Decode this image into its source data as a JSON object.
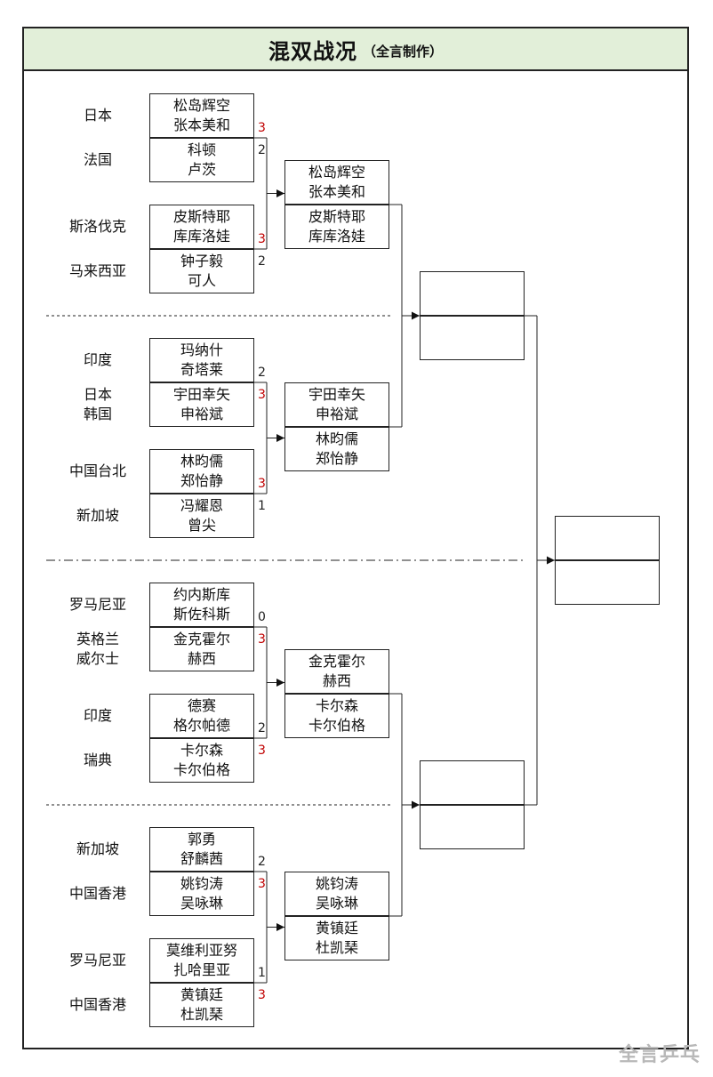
{
  "title": {
    "main": "混双战况",
    "sub": "（全言制作）"
  },
  "watermark": "全言乒乓",
  "round1": [
    {
      "top": {
        "country": "日本",
        "players": [
          "松岛辉空",
          "张本美和"
        ],
        "score": "3",
        "win": true
      },
      "bottom": {
        "country": "法国",
        "players": [
          "科顿",
          "卢茨"
        ],
        "score": "2",
        "win": false
      }
    },
    {
      "top": {
        "country": "斯洛伐克",
        "players": [
          "皮斯特耶",
          "库库洛娃"
        ],
        "score": "3",
        "win": true
      },
      "bottom": {
        "country": "马来西亚",
        "players": [
          "钟子毅",
          "可人"
        ],
        "score": "2",
        "win": false
      }
    },
    {
      "top": {
        "country": "印度",
        "players": [
          "玛纳什",
          "奇塔莱"
        ],
        "score": "2",
        "win": false
      },
      "bottom": {
        "country": "日本\n韩国",
        "players": [
          "宇田幸矢",
          "申裕斌"
        ],
        "score": "3",
        "win": true
      }
    },
    {
      "top": {
        "country": "中国台北",
        "players": [
          "林昀儒",
          "郑怡静"
        ],
        "score": "3",
        "win": true
      },
      "bottom": {
        "country": "新加坡",
        "players": [
          "冯耀恩",
          "曾尖"
        ],
        "score": "1",
        "win": false
      }
    },
    {
      "top": {
        "country": "罗马尼亚",
        "players": [
          "约内斯库",
          "斯佐科斯"
        ],
        "score": "0",
        "win": false
      },
      "bottom": {
        "country": "英格兰\n威尔士",
        "players": [
          "金克霍尔",
          "赫西"
        ],
        "score": "3",
        "win": true
      }
    },
    {
      "top": {
        "country": "印度",
        "players": [
          "德赛",
          "格尔帕德"
        ],
        "score": "2",
        "win": false
      },
      "bottom": {
        "country": "瑞典",
        "players": [
          "卡尔森",
          "卡尔伯格"
        ],
        "score": "3",
        "win": true
      }
    },
    {
      "top": {
        "country": "新加坡",
        "players": [
          "郭勇",
          "舒麟茜"
        ],
        "score": "2",
        "win": false
      },
      "bottom": {
        "country": "中国香港",
        "players": [
          "姚钧涛",
          "吴咏琳"
        ],
        "score": "3",
        "win": true
      }
    },
    {
      "top": {
        "country": "罗马尼亚",
        "players": [
          "莫维利亚努",
          "扎哈里亚"
        ],
        "score": "1",
        "win": false
      },
      "bottom": {
        "country": "中国香港",
        "players": [
          "黄镇廷",
          "杜凯琹"
        ],
        "score": "3",
        "win": true
      }
    }
  ],
  "round2": [
    {
      "top": [
        "松岛辉空",
        "张本美和"
      ],
      "bottom": [
        "皮斯特耶",
        "库库洛娃"
      ]
    },
    {
      "top": [
        "宇田幸矢",
        "申裕斌"
      ],
      "bottom": [
        "林昀儒",
        "郑怡静"
      ]
    },
    {
      "top": [
        "金克霍尔",
        "赫西"
      ],
      "bottom": [
        "卡尔森",
        "卡尔伯格"
      ]
    },
    {
      "top": [
        "姚钧涛",
        "吴咏琳"
      ],
      "bottom": [
        "黄镇廷",
        "杜凯琹"
      ]
    }
  ]
}
